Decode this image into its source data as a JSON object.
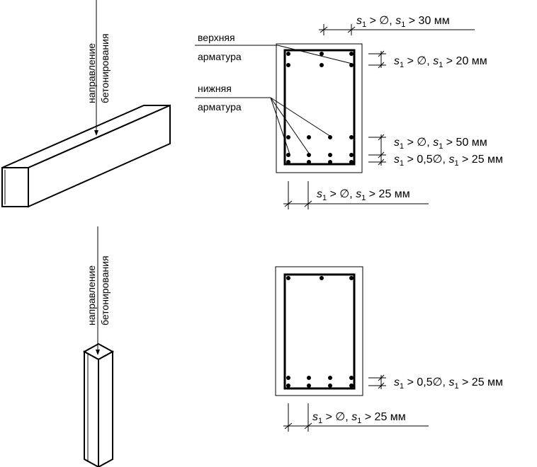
{
  "beam": {
    "direction_line1": "направление",
    "direction_line2": "бетонирования",
    "label_top_1": "верхняя",
    "label_top_2": "арматура",
    "label_bottom_1": "нижняя",
    "label_bottom_2": "арматура"
  },
  "column": {
    "direction_line1": "направление",
    "direction_line2": "бетонирования"
  },
  "dims": {
    "s": "s",
    "sub": "1",
    "beam_top": {
      "p1": " > ∅, ",
      "p2": " > 30 мм"
    },
    "beam_right1": {
      "p1": " > ∅, ",
      "p2": " > 20 мм"
    },
    "beam_right2": {
      "p1": " > ∅, ",
      "p2": " > 50 мм"
    },
    "beam_right3": {
      "p1": " > 0,5∅, ",
      "p2": " > 25 мм"
    },
    "beam_bottom": {
      "p1": " > ∅, ",
      "p2": " > 25 мм"
    },
    "col_right": {
      "p1": " > 0,5∅, ",
      "p2": " > 25 мм"
    },
    "col_bottom": {
      "p1": " > ∅, ",
      "p2": " > 25 мм"
    }
  }
}
